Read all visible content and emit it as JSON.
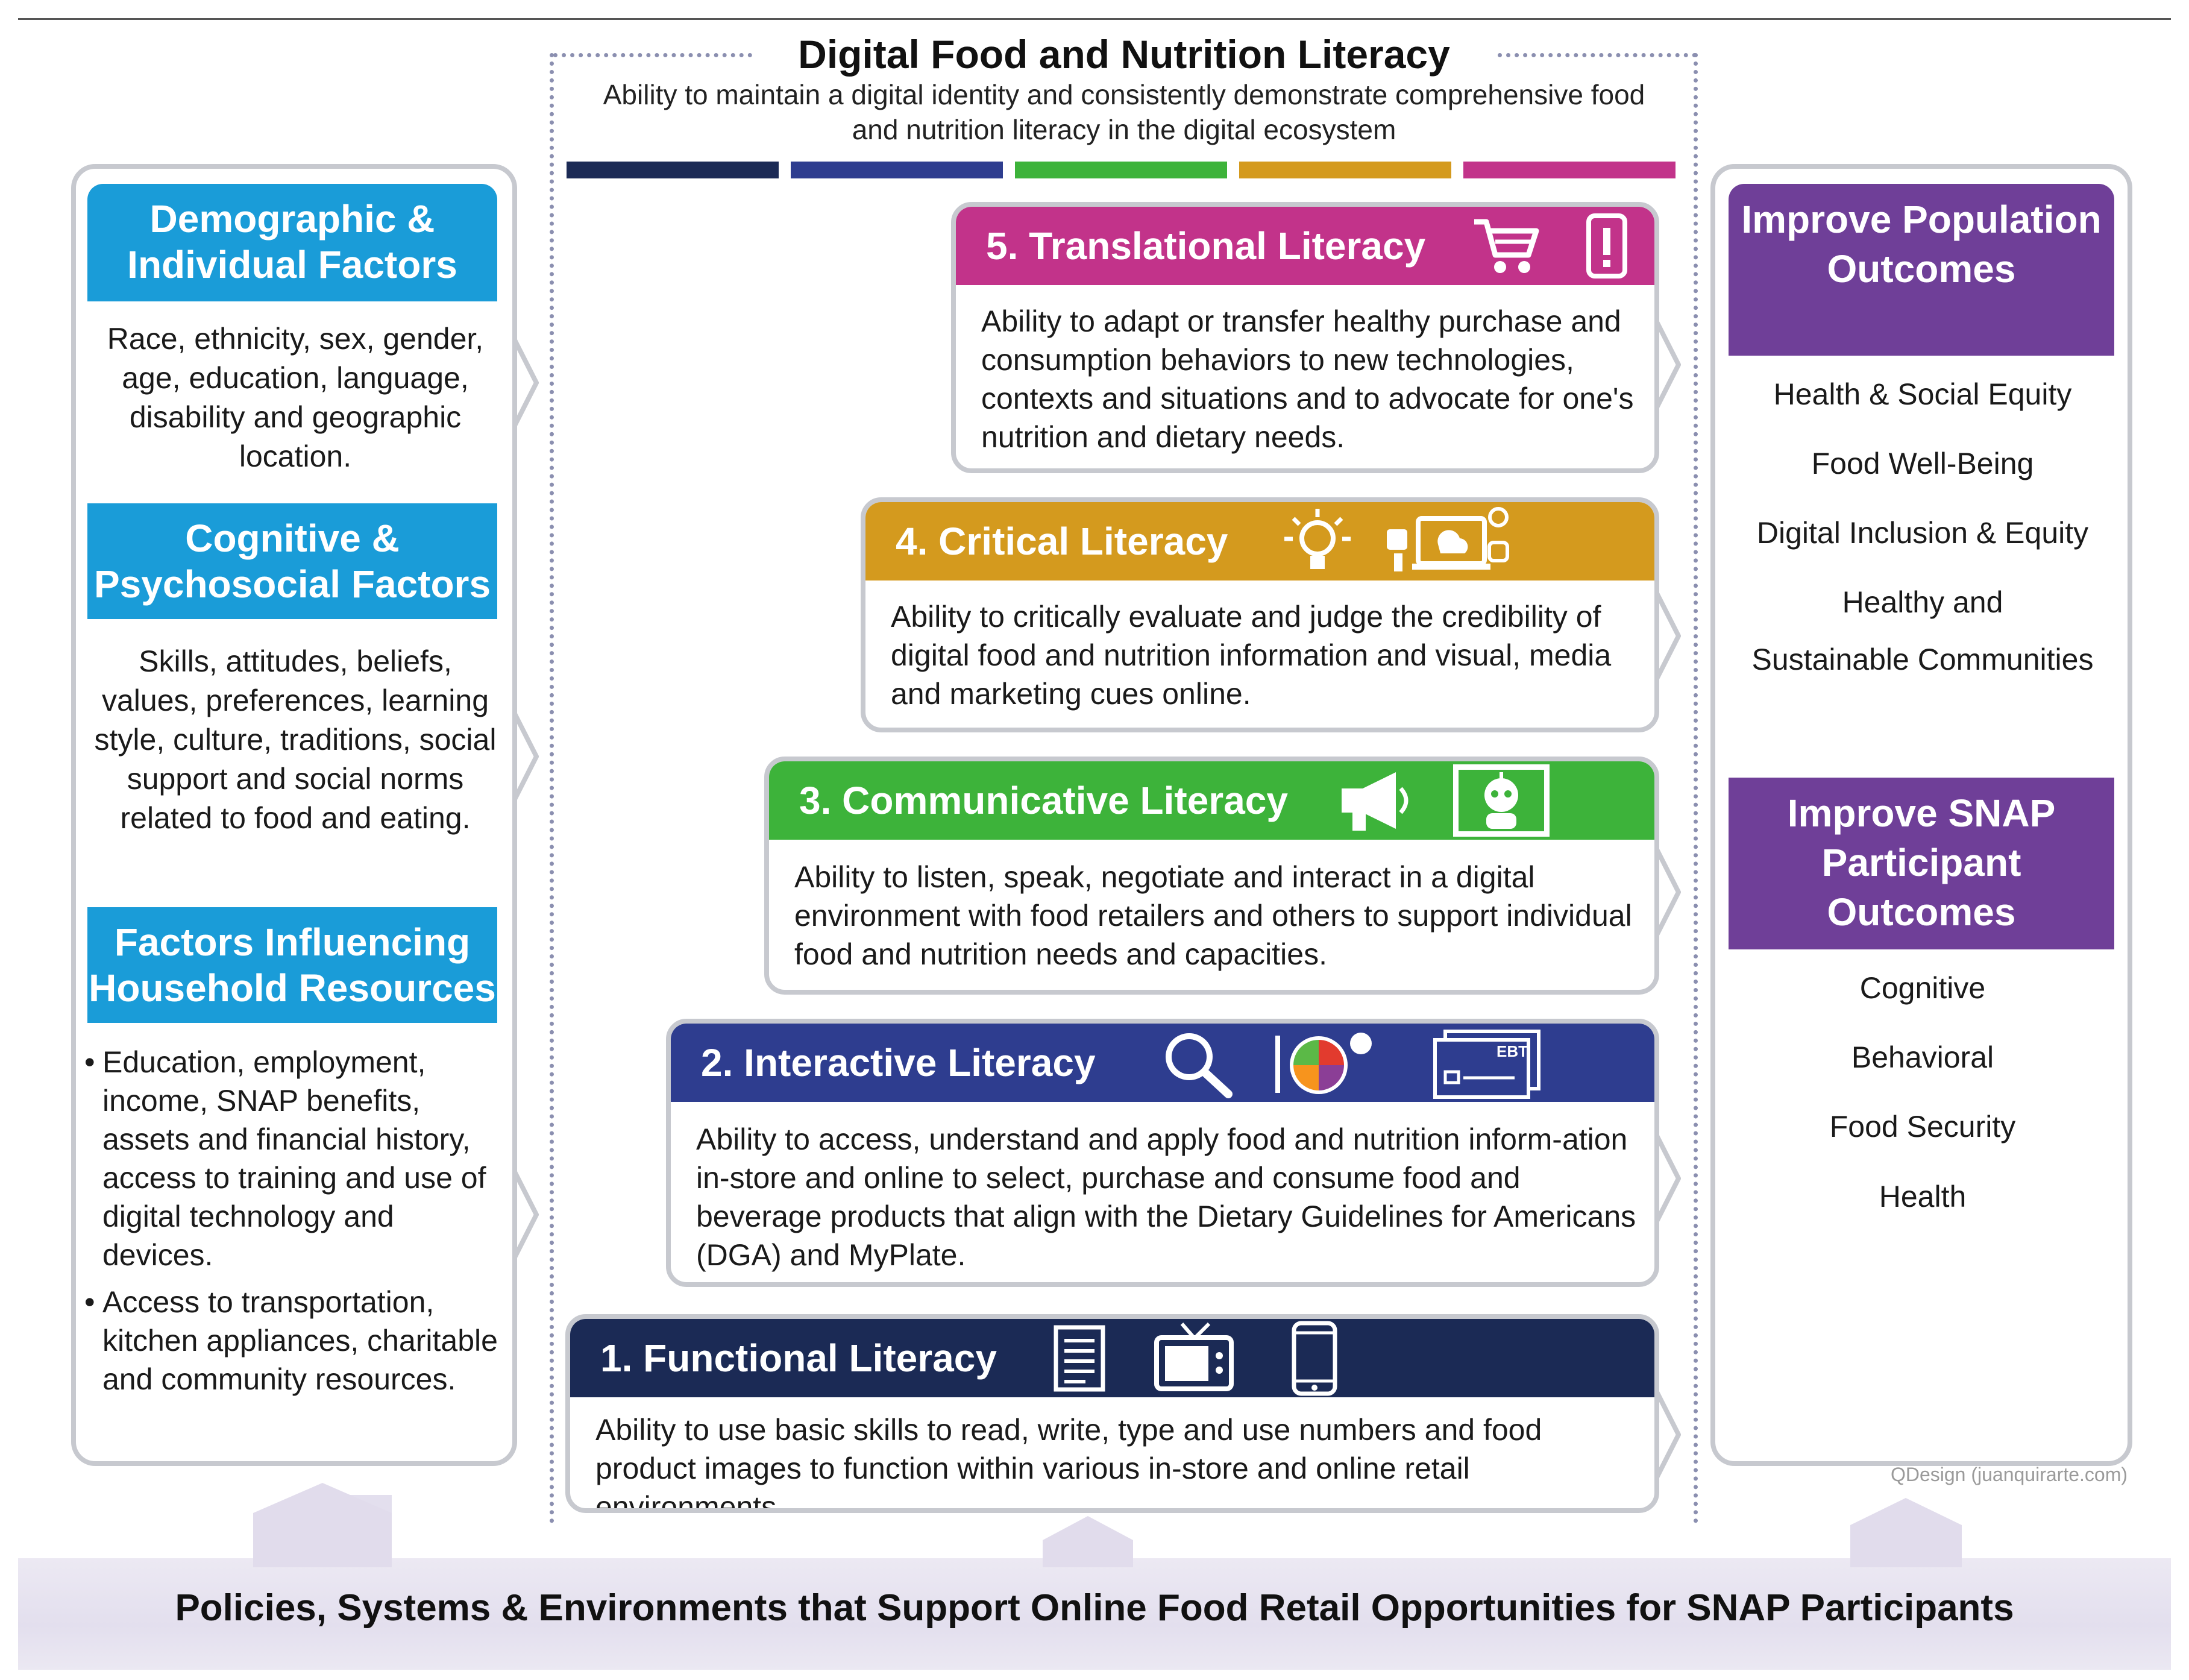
{
  "header": {
    "title": "Digital Food and Nutrition Literacy",
    "subtitle": "Ability to maintain a digital identity and consistently demonstrate comprehensive food and nutrition literacy in the digital ecosystem"
  },
  "colors": {
    "strip": [
      "#1b2a55",
      "#2e3d8f",
      "#3db33a",
      "#d49a1e",
      "#c2338a"
    ],
    "left_heading": "#1a9cd8",
    "right_heading": "#6f3f98"
  },
  "left_panel": {
    "heading1": "Demographic & Individual Factors",
    "text1": "Race, ethnicity, sex, gender, age, education, language, disability and geographic location.",
    "heading2": "Cognitive & Psychosocial Factors",
    "text2": "Skills, attitudes, beliefs, values, preferences, learning style, culture, traditions, social support and social norms related to food and eating.",
    "heading3": "Factors Influencing Household Resources",
    "bullets": [
      "Education, employment, income, SNAP benefits, assets and financial history, access to training and use of digital technology and devices.",
      "Access to transportation, kitchen appliances, charitable and community resources."
    ]
  },
  "literacies": {
    "l5": {
      "title": "5. Translational Literacy",
      "desc": "Ability to adapt or transfer healthy purchase and consumption behaviors to new technologies, contexts and situations and to advocate for one's nutrition and dietary needs.",
      "color": "#c2338a",
      "icons": [
        "shopping-cart-icon",
        "mobile-alert-icon"
      ]
    },
    "l4": {
      "title": "4. Critical Literacy",
      "desc": "Ability to critically evaluate and judge the credibility of digital food and nutrition information and visual, media and marketing cues  online.",
      "color": "#d49a1e",
      "icons": [
        "lightbulb-icon",
        "social-media-icon"
      ]
    },
    "l3": {
      "title": "3. Communicative Literacy",
      "desc": "Ability to listen, speak, negotiate and interact in a digital environment with food retailers and others to support individual food and nutrition needs and capacities.",
      "color": "#3db33a",
      "icons": [
        "megaphone-icon",
        "chatbot-icon"
      ]
    },
    "l2": {
      "title": "2. Interactive Literacy",
      "desc": "Ability to access, understand and apply food and nutrition inform-ation in-store and online to select, purchase and consume food and beverage products that align with the Dietary Guidelines for Americans (DGA) and MyPlate.",
      "color": "#2e3d8f",
      "icons": [
        "magnifier-icon",
        "myplate-icon",
        "ebt-card-icon"
      ],
      "ebt_label": "EBT"
    },
    "l1": {
      "title": "1. Functional Literacy",
      "desc": "Ability to use basic skills to read, write, type and use numbers and food product images to function within various in-store and online retail environments.",
      "color": "#1b2a55",
      "icons": [
        "document-icon",
        "tv-icon",
        "smartphone-icon"
      ]
    }
  },
  "right_panel": {
    "heading1": "Improve Population Outcomes",
    "items1": [
      "Health & Social Equity",
      "Food Well-Being",
      "Digital Inclusion & Equity",
      "Healthy and",
      "Sustainable Communities"
    ],
    "heading2": "Improve SNAP Participant Outcomes",
    "items2": [
      "Cognitive",
      "Behavioral",
      "Food Security",
      "Health"
    ]
  },
  "credit": "QDesign (juanquirarte.com)",
  "footer": "Policies, Systems & Environments that Support Online Food Retail Opportunities for SNAP Participants"
}
